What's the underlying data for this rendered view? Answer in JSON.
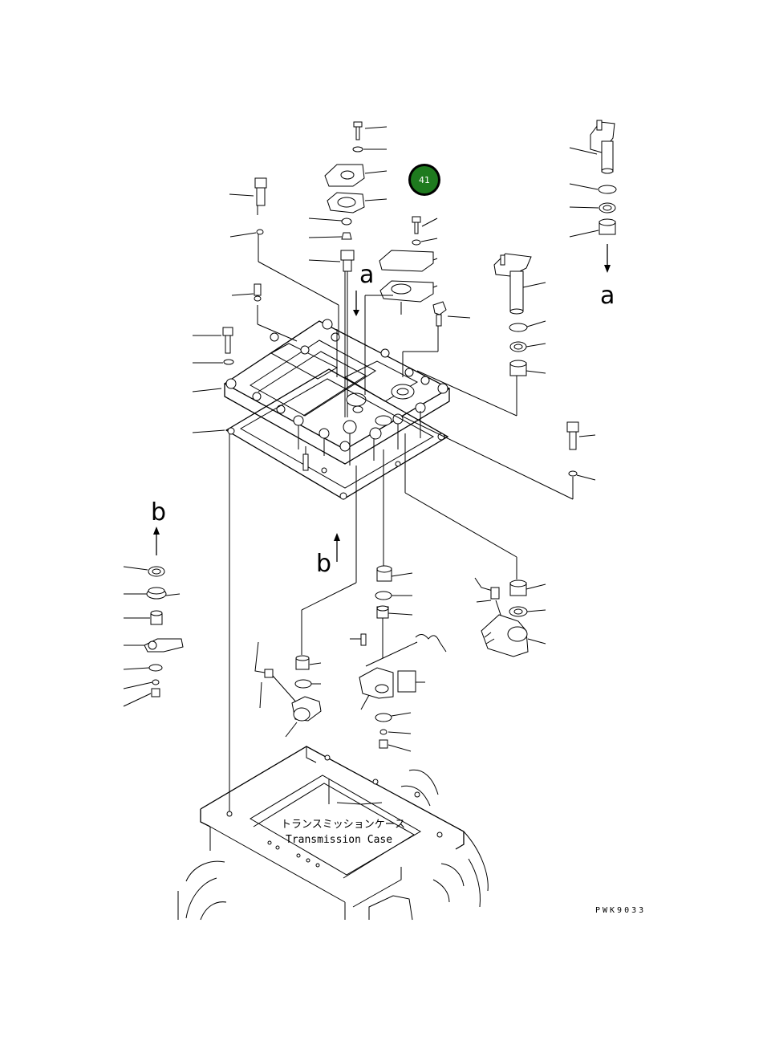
{
  "diagram": {
    "callout_number": "41",
    "callout_color": "#1e7a1e",
    "arrow_label_a": "a",
    "arrow_label_b": "b",
    "case_label_jp": "トランスミッションケース",
    "case_label_en": "Transmission Case",
    "drawing_code": "PWK9033"
  }
}
